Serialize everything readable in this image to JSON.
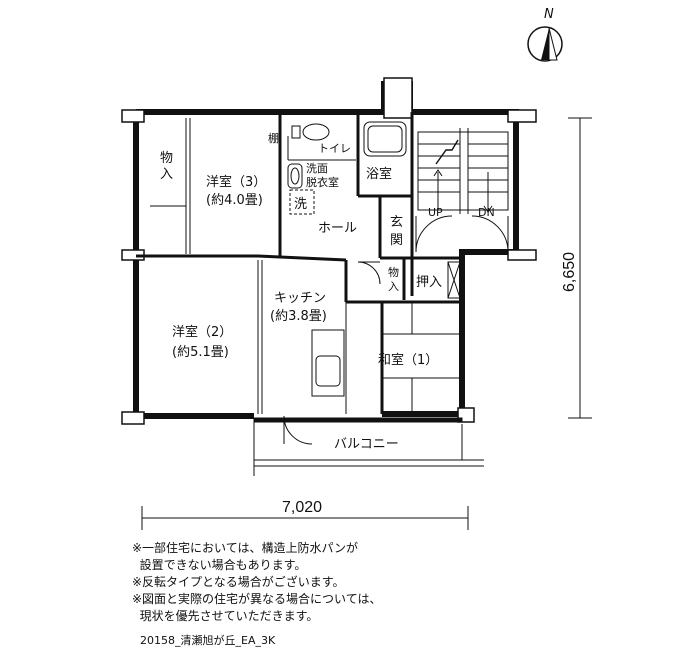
{
  "rooms": {
    "closet_left": "物\n入",
    "western3_name": "洋室（3）",
    "western3_size": "(約4.0畳)",
    "shelf": "棚",
    "toilet": "トイレ",
    "washroom_line1": "洗面",
    "washroom_line2": "脱衣室",
    "washer": "洗",
    "bathroom": "浴室",
    "hall": "ホール",
    "entrance": "玄\n関",
    "closet_small": "物\n入",
    "oshiire": "押入",
    "kitchen_name": "キッチン",
    "kitchen_size": "(約3.8畳)",
    "western2_name": "洋室（2）",
    "western2_size": "(約5.1畳)",
    "japanese1": "和室（1）",
    "balcony": "バルコニー",
    "up": "UP",
    "dn": "DN",
    "north": "N"
  },
  "dimensions": {
    "width": "7,020",
    "depth": "6,650"
  },
  "notes": [
    "※一部住宅においては、構造上防水パンが",
    "  設置できない場合もあります。",
    "※反転タイプとなる場合がございます。",
    "※図面と実際の住宅が異なる場合については、",
    "  現状を優先させていただきます。"
  ],
  "code": "20158_清瀬旭が丘_EA_3K"
}
